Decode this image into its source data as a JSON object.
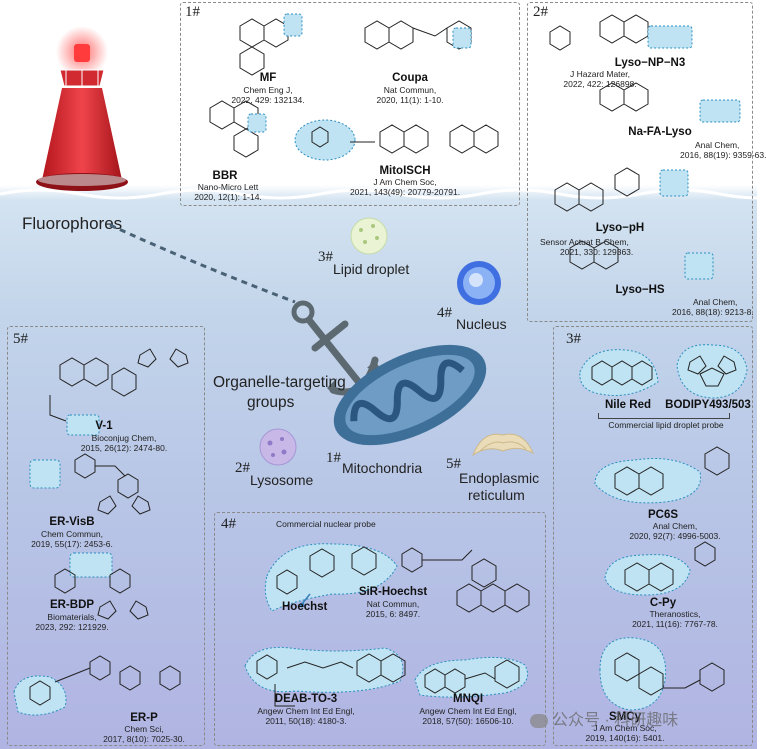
{
  "title": "Fluorophores",
  "center": {
    "line1": "Organelle-targeting",
    "line2": "groups"
  },
  "organelles": {
    "mito": {
      "num": "1#",
      "label": "Mitochondria"
    },
    "lyso": {
      "num": "2#",
      "label": "Lysosome"
    },
    "lipid": {
      "num": "3#",
      "label": "Lipid droplet"
    },
    "nucleus": {
      "num": "4#",
      "label": "Nucleus"
    },
    "er": {
      "num": "5#",
      "label1": "Endoplasmic",
      "label2": "reticulum"
    }
  },
  "boxes": {
    "b1": {
      "num": "1#",
      "probes": [
        {
          "name": "MF",
          "ref": [
            "Chem Eng J,",
            "2022, 429: 132134."
          ]
        },
        {
          "name": "Coupa",
          "ref": [
            "Nat Commun,",
            "2020, 11(1): 1-10."
          ]
        },
        {
          "name": "BBR",
          "ref": [
            "Nano-Micro Lett",
            "2020, 12(1): 1-14."
          ]
        },
        {
          "name": "MitoISCH",
          "ref": [
            "J Am Chem Soc,",
            "2021, 143(49): 20779-20791."
          ]
        }
      ]
    },
    "b2": {
      "num": "2#",
      "probes": [
        {
          "name": "Lyso−NP−N3",
          "ref": [
            "J Hazard Mater,",
            "2022, 422: 126898."
          ]
        },
        {
          "name": "Na-FA-Lyso",
          "ref": [
            "Anal Chem,",
            "2016, 88(19): 9359-63."
          ]
        },
        {
          "name": "Lyso−pH",
          "ref": [
            "Sensor Actuat B-Chem,",
            "2021, 330: 129363."
          ]
        },
        {
          "name": "Lyso−HS",
          "ref": [
            "Anal Chem,",
            "2016, 88(18): 9213-8."
          ]
        }
      ]
    },
    "b3": {
      "num": "3#",
      "commercial": "Commercial lipid droplet probe",
      "probes": [
        {
          "name": "Nile Red",
          "ref": []
        },
        {
          "name": "BODIPY493/503",
          "ref": []
        },
        {
          "name": "PC6S",
          "ref": [
            "Anal Chem,",
            "2020, 92(7): 4996-5003."
          ]
        },
        {
          "name": "C-Py",
          "ref": [
            "Theranostics,",
            "2021, 11(16): 7767-78."
          ]
        },
        {
          "name": "SMCy",
          "ref": [
            "J Am Chem Soc,",
            "2019, 140(16): 5401."
          ]
        }
      ]
    },
    "b4": {
      "num": "4#",
      "commercial": "Commercial nuclear probe",
      "probes": [
        {
          "name": "Hoechst",
          "ref": []
        },
        {
          "name": "SiR-Hoechst",
          "ref": [
            "Nat Commun,",
            "2015, 6: 8497."
          ]
        },
        {
          "name": "DEAB-TO-3",
          "ref": [
            "Angew Chem Int Ed Engl,",
            "2011, 50(18): 4180-3."
          ]
        },
        {
          "name": "MNQI",
          "ref": [
            "Angew Chem Int Ed Engl,",
            "2018, 57(50): 16506-10."
          ]
        }
      ]
    },
    "b5": {
      "num": "5#",
      "probes": [
        {
          "name": "V-1",
          "ref": [
            "Bioconjug Chem,",
            "2015, 26(12): 2474-80."
          ]
        },
        {
          "name": "ER-VisB",
          "ref": [
            "Chem Commun,",
            "2019, 55(17): 2453-6."
          ]
        },
        {
          "name": "ER-BDP",
          "ref": [
            "Biomaterials,",
            "2023, 292: 121929."
          ]
        },
        {
          "name": "ER-P",
          "ref": [
            "Chem Sci,",
            "2017, 8(10): 7025-30."
          ]
        }
      ]
    }
  },
  "watermark": "公众号 · 科研趣味",
  "colors": {
    "highlight": "#bfe3f2",
    "buoy": "#e8323a",
    "mito": "#3d6f98"
  }
}
